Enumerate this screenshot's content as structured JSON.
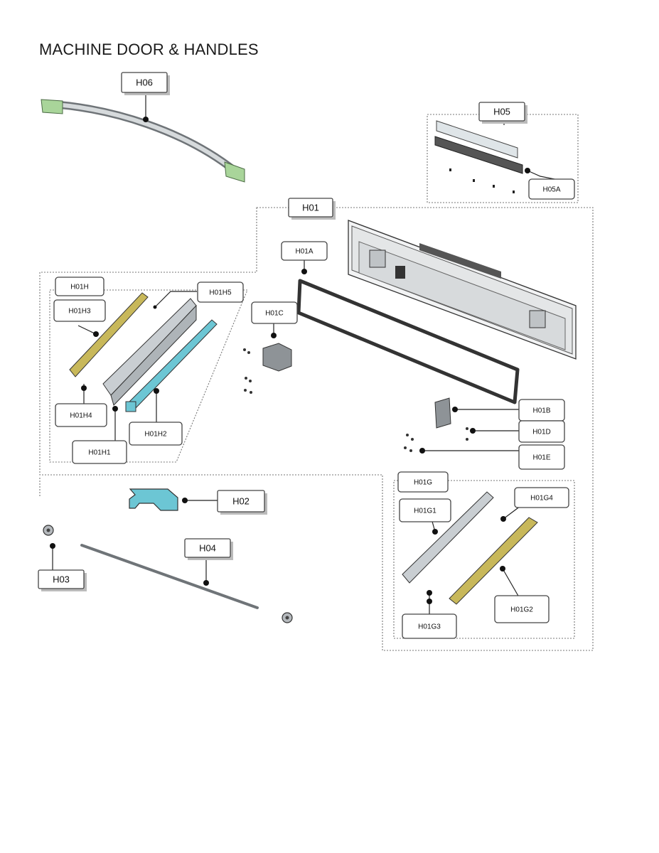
{
  "title": "MACHINE DOOR & HANDLES",
  "labels": {
    "H06": "H06",
    "H05": "H05",
    "H05A": "H05A",
    "H01": "H01",
    "H01A": "H01A",
    "H01H": "H01H",
    "H01H5": "H01H5",
    "H01H3": "H01H3",
    "H01C": "H01C",
    "H01H4": "H01H4",
    "H01H2": "H01H2",
    "H01H1": "H01H1",
    "H01B": "H01B",
    "H01D": "H01D",
    "H01E": "H01E",
    "H01G": "H01G",
    "H01G1": "H01G1",
    "H01G4": "H01G4",
    "H02": "H02",
    "H04": "H04",
    "H03": "H03",
    "H01G2": "H01G2",
    "H01G3": "H01G3"
  },
  "colors": {
    "yellow_part": "#c8b85a",
    "cyan_part": "#6cc6d4",
    "gray_part": "#c9ced2",
    "handle_end": "#9fcf8a"
  }
}
